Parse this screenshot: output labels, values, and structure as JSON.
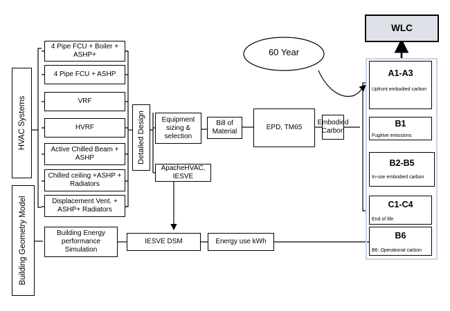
{
  "systems_label": "HVAC Systems",
  "geometry_label": "Building Geometry Model",
  "systems": [
    "4 Pipe FCU + Boiler + ASHP+",
    "4 Pipe FCU + ASHP",
    "VRF",
    "HVRF",
    "Active Chilled Beam + ASHP",
    "Chilled ceiling +ASHP + Radiators",
    "Displacement Vent. + ASHP+ Radiators"
  ],
  "detailed_design": "Detailed Design",
  "equipment": "Equipment sizing & selection",
  "apache": "ApacheHVAC, IESVE",
  "bom": "Bill of Material",
  "epd": "EPD, TM65",
  "embodied": "Embodied Carbon",
  "energy_sim": "Building Energy performance Simulation",
  "iesve_dsm": "IESVE DSM",
  "energy_use": "Energy use kWh",
  "sixty_year": "60 Year",
  "wlc": "WLC",
  "stages": [
    {
      "code": "A1-A3",
      "desc": "Upfront embodied carbon"
    },
    {
      "code": "B1",
      "desc": "Fugitive emissions"
    },
    {
      "code": "B2-B5",
      "desc": "In-use embodied carbon"
    },
    {
      "code": "C1-C4",
      "desc": "End of life"
    },
    {
      "code": "B6",
      "desc": "B6: Operational carbon"
    }
  ],
  "colors": {
    "wlc_fill": "#dfe1e8",
    "container_border": "#c5d3e6"
  }
}
